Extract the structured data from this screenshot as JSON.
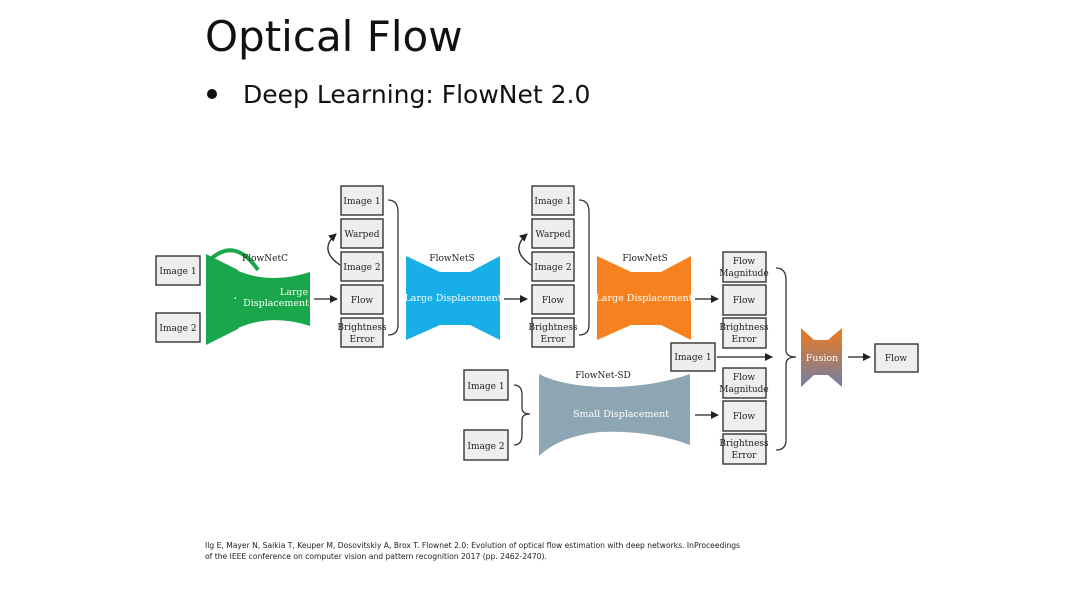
{
  "slide": {
    "title": "Optical Flow",
    "bullet": "Deep Learning: FlowNet 2.0",
    "citation_line1": "Ilg E, Mayer N, Saikia T, Keuper M, Dosovitskiy A, Brox T. Flownet 2.0: Evolution of optical flow estimation with deep networks. InProceedings",
    "citation_line2": "of the IEEE conference on computer vision and pattern recognition 2017 (pp. 2462-2470)."
  },
  "diagram": {
    "input1": "Image 1",
    "input2": "Image 2",
    "flownetc": {
      "name": "FlowNetC",
      "line1": "Large",
      "line2": "Displacement"
    },
    "stack1": {
      "image1": "Image 1",
      "warped": "Warped",
      "image2": "Image 2",
      "flow": "Flow",
      "err1": "Brightness",
      "err2": "Error"
    },
    "flownets1": {
      "name": "FlowNetS",
      "inner": "Large Displacement"
    },
    "stack2": {
      "image1": "Image 1",
      "warped": "Warped",
      "image2": "Image 2",
      "flow": "Flow",
      "err1": "Brightness",
      "err2": "Error"
    },
    "flownets2": {
      "name": "FlowNetS",
      "inner": "Large Displacement"
    },
    "out_top": {
      "mag1": "Flow",
      "mag2": "Magnitude",
      "flow": "Flow",
      "err1": "Brightness",
      "err2": "Error"
    },
    "fusion_image1": "Image 1",
    "out_bottom": {
      "mag1": "Flow",
      "mag2": "Magnitude",
      "flow": "Flow",
      "err1": "Brightness",
      "err2": "Error"
    },
    "sd_input1": "Image 1",
    "sd_input2": "Image 2",
    "flownetsd": {
      "name": "FlowNet-SD",
      "inner": "Small Displacement"
    },
    "fusion": "Fusion",
    "final_flow": "Flow",
    "colors": {
      "flownetc": "#1aa64a",
      "flownets1": "#18aee8",
      "flownets2": "#f5821f",
      "flownetsd": "#8ea6b3",
      "fusion_top": "#f07a1c",
      "fusion_bottom": "#6f7fa6"
    }
  }
}
